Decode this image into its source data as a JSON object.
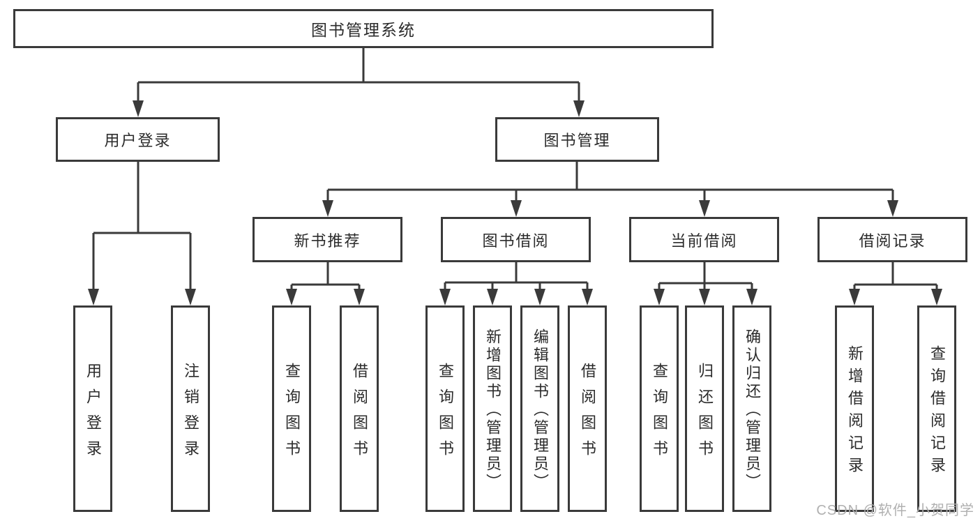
{
  "nodes": {
    "root": {
      "label": "图书管理系统"
    },
    "level2": [
      {
        "label": "用户登录"
      },
      {
        "label": "图书管理"
      }
    ],
    "level3": [
      {
        "label": "新书推荐"
      },
      {
        "label": "图书借阅"
      },
      {
        "label": "当前借阅"
      },
      {
        "label": "借阅记录"
      }
    ],
    "leaves": [
      {
        "label": "用户登录"
      },
      {
        "label": "注销登录"
      },
      {
        "label": "查询图书"
      },
      {
        "label": "借阅图书"
      },
      {
        "label": "查询图书"
      },
      {
        "label": "新增图书（管理员）"
      },
      {
        "label": "编辑图书（管理员）"
      },
      {
        "label": "借阅图书"
      },
      {
        "label": "查询图书"
      },
      {
        "label": "归还图书"
      },
      {
        "label": "确认归还（管理员）"
      },
      {
        "label": "新增借阅记录"
      },
      {
        "label": "查询借阅记录"
      }
    ]
  },
  "watermark": {
    "text": "CSDN @软件_小贺同学"
  },
  "colors": {
    "line": "#3a3a3a",
    "border": "#3a3a3a",
    "text": "#2b2b2b",
    "watermark": "#b0b0b0",
    "background": "#ffffff"
  }
}
